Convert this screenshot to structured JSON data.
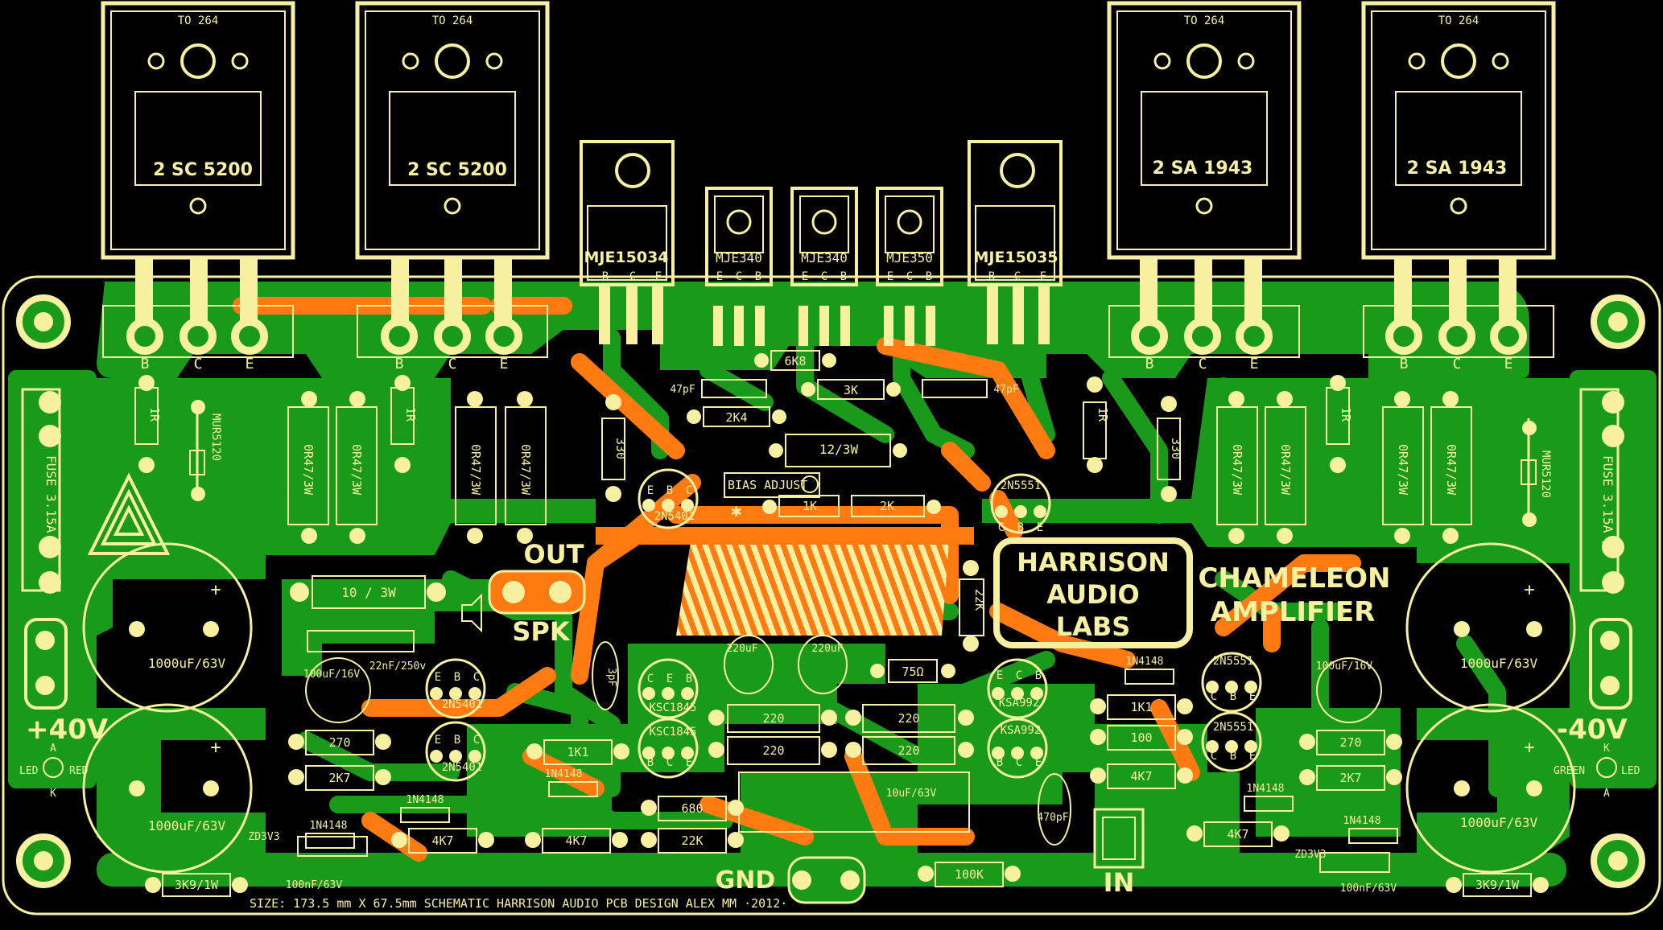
{
  "colors": {
    "background": "#000000",
    "copper_top": "#1a9a1a",
    "copper_bottom": "#ff7a10",
    "silkscreen": "#f6f0a0",
    "pad": "#f6f0a0",
    "hole": "#1a9a1a"
  },
  "board": {
    "title": "HARRISON AUDIO LABS",
    "title_lines": [
      "HARRISON",
      "AUDIO",
      "LABS"
    ],
    "subtitle_lines": [
      "CHAMELEON",
      "AMPLIFIER"
    ],
    "footer": "SIZE: 173.5 mm X 67.5mm  SCHEMATIC HARRISON AUDIO   PCB DESIGN ALEX MM ·2012·"
  },
  "power_transistors": [
    {
      "package": "TO 264",
      "part": "2 SC 5200",
      "pins": [
        "B",
        "C",
        "E"
      ]
    },
    {
      "package": "TO 264",
      "part": "2 SC 5200",
      "pins": [
        "B",
        "C",
        "E"
      ]
    },
    {
      "package": "TO 264",
      "part": "2 SA 1943",
      "pins": [
        "B",
        "C",
        "E"
      ]
    },
    {
      "package": "TO 264",
      "part": "2 SA 1943",
      "pins": [
        "B",
        "C",
        "E"
      ]
    }
  ],
  "drivers": [
    {
      "part": "MJE15034",
      "pins": [
        "B",
        "C",
        "E"
      ]
    },
    {
      "part": "MJE340",
      "pins": [
        "E",
        "C",
        "B"
      ]
    },
    {
      "part": "MJE340",
      "pins": [
        "E",
        "C",
        "B"
      ]
    },
    {
      "part": "MJE350",
      "pins": [
        "E",
        "C",
        "B"
      ]
    },
    {
      "part": "MJE15035",
      "pins": [
        "B",
        "C",
        "E"
      ]
    }
  ],
  "resistors": [
    {
      "label": "1R"
    },
    {
      "label": "0R47/3W"
    },
    {
      "label": "0R47/3W"
    },
    {
      "label": "1R"
    },
    {
      "label": "0R47/3W"
    },
    {
      "label": "0R47/3W"
    },
    {
      "label": "1R"
    },
    {
      "label": "330"
    },
    {
      "label": "0R47/3W"
    },
    {
      "label": "0R47/3W"
    },
    {
      "label": "1R"
    },
    {
      "label": "0R47/3W"
    },
    {
      "label": "0R47/3W"
    },
    {
      "label": "330"
    },
    {
      "label": "6K8"
    },
    {
      "label": "3K"
    },
    {
      "label": "2K4"
    },
    {
      "label": "12/3W"
    },
    {
      "label": "1K"
    },
    {
      "label": "2K"
    },
    {
      "label": "10 / 3W"
    },
    {
      "label": "22K"
    },
    {
      "label": "75Ω"
    },
    {
      "label": "220"
    },
    {
      "label": "220"
    },
    {
      "label": "220"
    },
    {
      "label": "220"
    },
    {
      "label": "1K1"
    },
    {
      "label": "1K1"
    },
    {
      "label": "100"
    },
    {
      "label": "4K7"
    },
    {
      "label": "270"
    },
    {
      "label": "2K7"
    },
    {
      "label": "270"
    },
    {
      "label": "2K7"
    },
    {
      "label": "4K7"
    },
    {
      "label": "4K7"
    },
    {
      "label": "4K7"
    },
    {
      "label": "680"
    },
    {
      "label": "22K"
    },
    {
      "label": "100K"
    },
    {
      "label": "3K9/1W"
    },
    {
      "label": "3K9/1W"
    }
  ],
  "small_transistors": [
    {
      "part": "2N5401",
      "pins": [
        "E",
        "B",
        "C"
      ]
    },
    {
      "part": "2N5401",
      "pins": [
        "E",
        "B",
        "C"
      ]
    },
    {
      "part": "2N5401",
      "pins": [
        "E",
        "B",
        "C"
      ]
    },
    {
      "part": "2N5551",
      "pins": [
        "C",
        "B",
        "E"
      ]
    },
    {
      "part": "KSC1845",
      "pins": [
        "C",
        "E",
        "B"
      ]
    },
    {
      "part": "KSC1845",
      "pins": [
        "B",
        "C",
        "E"
      ]
    },
    {
      "part": "KSA992",
      "pins": [
        "E",
        "C",
        "B"
      ]
    },
    {
      "part": "KSA992",
      "pins": [
        "B",
        "C",
        "E"
      ]
    },
    {
      "part": "2N5551",
      "pins": [
        "C",
        "B",
        "E"
      ]
    },
    {
      "part": "2N5551",
      "pins": [
        "C",
        "B",
        "E"
      ]
    }
  ],
  "capacitors": [
    {
      "label": "1000uF/63V"
    },
    {
      "label": "1000uF/63V"
    },
    {
      "label": "1000uF/63V"
    },
    {
      "label": "1000uF/63V"
    },
    {
      "label": "100uF/16V"
    },
    {
      "label": "100uF/16V"
    },
    {
      "label": "22nF/250v"
    },
    {
      "label": "47pF"
    },
    {
      "label": "47pF"
    },
    {
      "label": "3pF"
    },
    {
      "label": "220uF"
    },
    {
      "label": "220uF"
    },
    {
      "label": "10uF/63V"
    },
    {
      "label": "470pF"
    },
    {
      "label": "100nF/63V"
    },
    {
      "label": "100nF/63V"
    }
  ],
  "diodes": [
    {
      "label": "MUR5120"
    },
    {
      "label": "MUR5120"
    },
    {
      "label": "1N4148"
    },
    {
      "label": "1N4148"
    },
    {
      "label": "1N4148"
    },
    {
      "label": "1N4148"
    },
    {
      "label": "1N4148"
    },
    {
      "label": "1N4148"
    },
    {
      "label": "ZD3V3"
    },
    {
      "label": "ZD3V3"
    }
  ],
  "fuses": [
    {
      "label": "FUSE 3.15A /"
    },
    {
      "label": "FUSE 3.15A /"
    }
  ],
  "misc_labels": {
    "bias_adjust": "BIAS ADJUST",
    "out": "OUT",
    "spk": "SPK",
    "gnd": "GND",
    "in": "IN",
    "plus_rail": "+40V",
    "minus_rail": "-40V",
    "led_left": "LED",
    "red": "RED",
    "green": "GREEN",
    "led_right": "LED",
    "anode": "A",
    "cathode": "K",
    "plus": "+"
  }
}
